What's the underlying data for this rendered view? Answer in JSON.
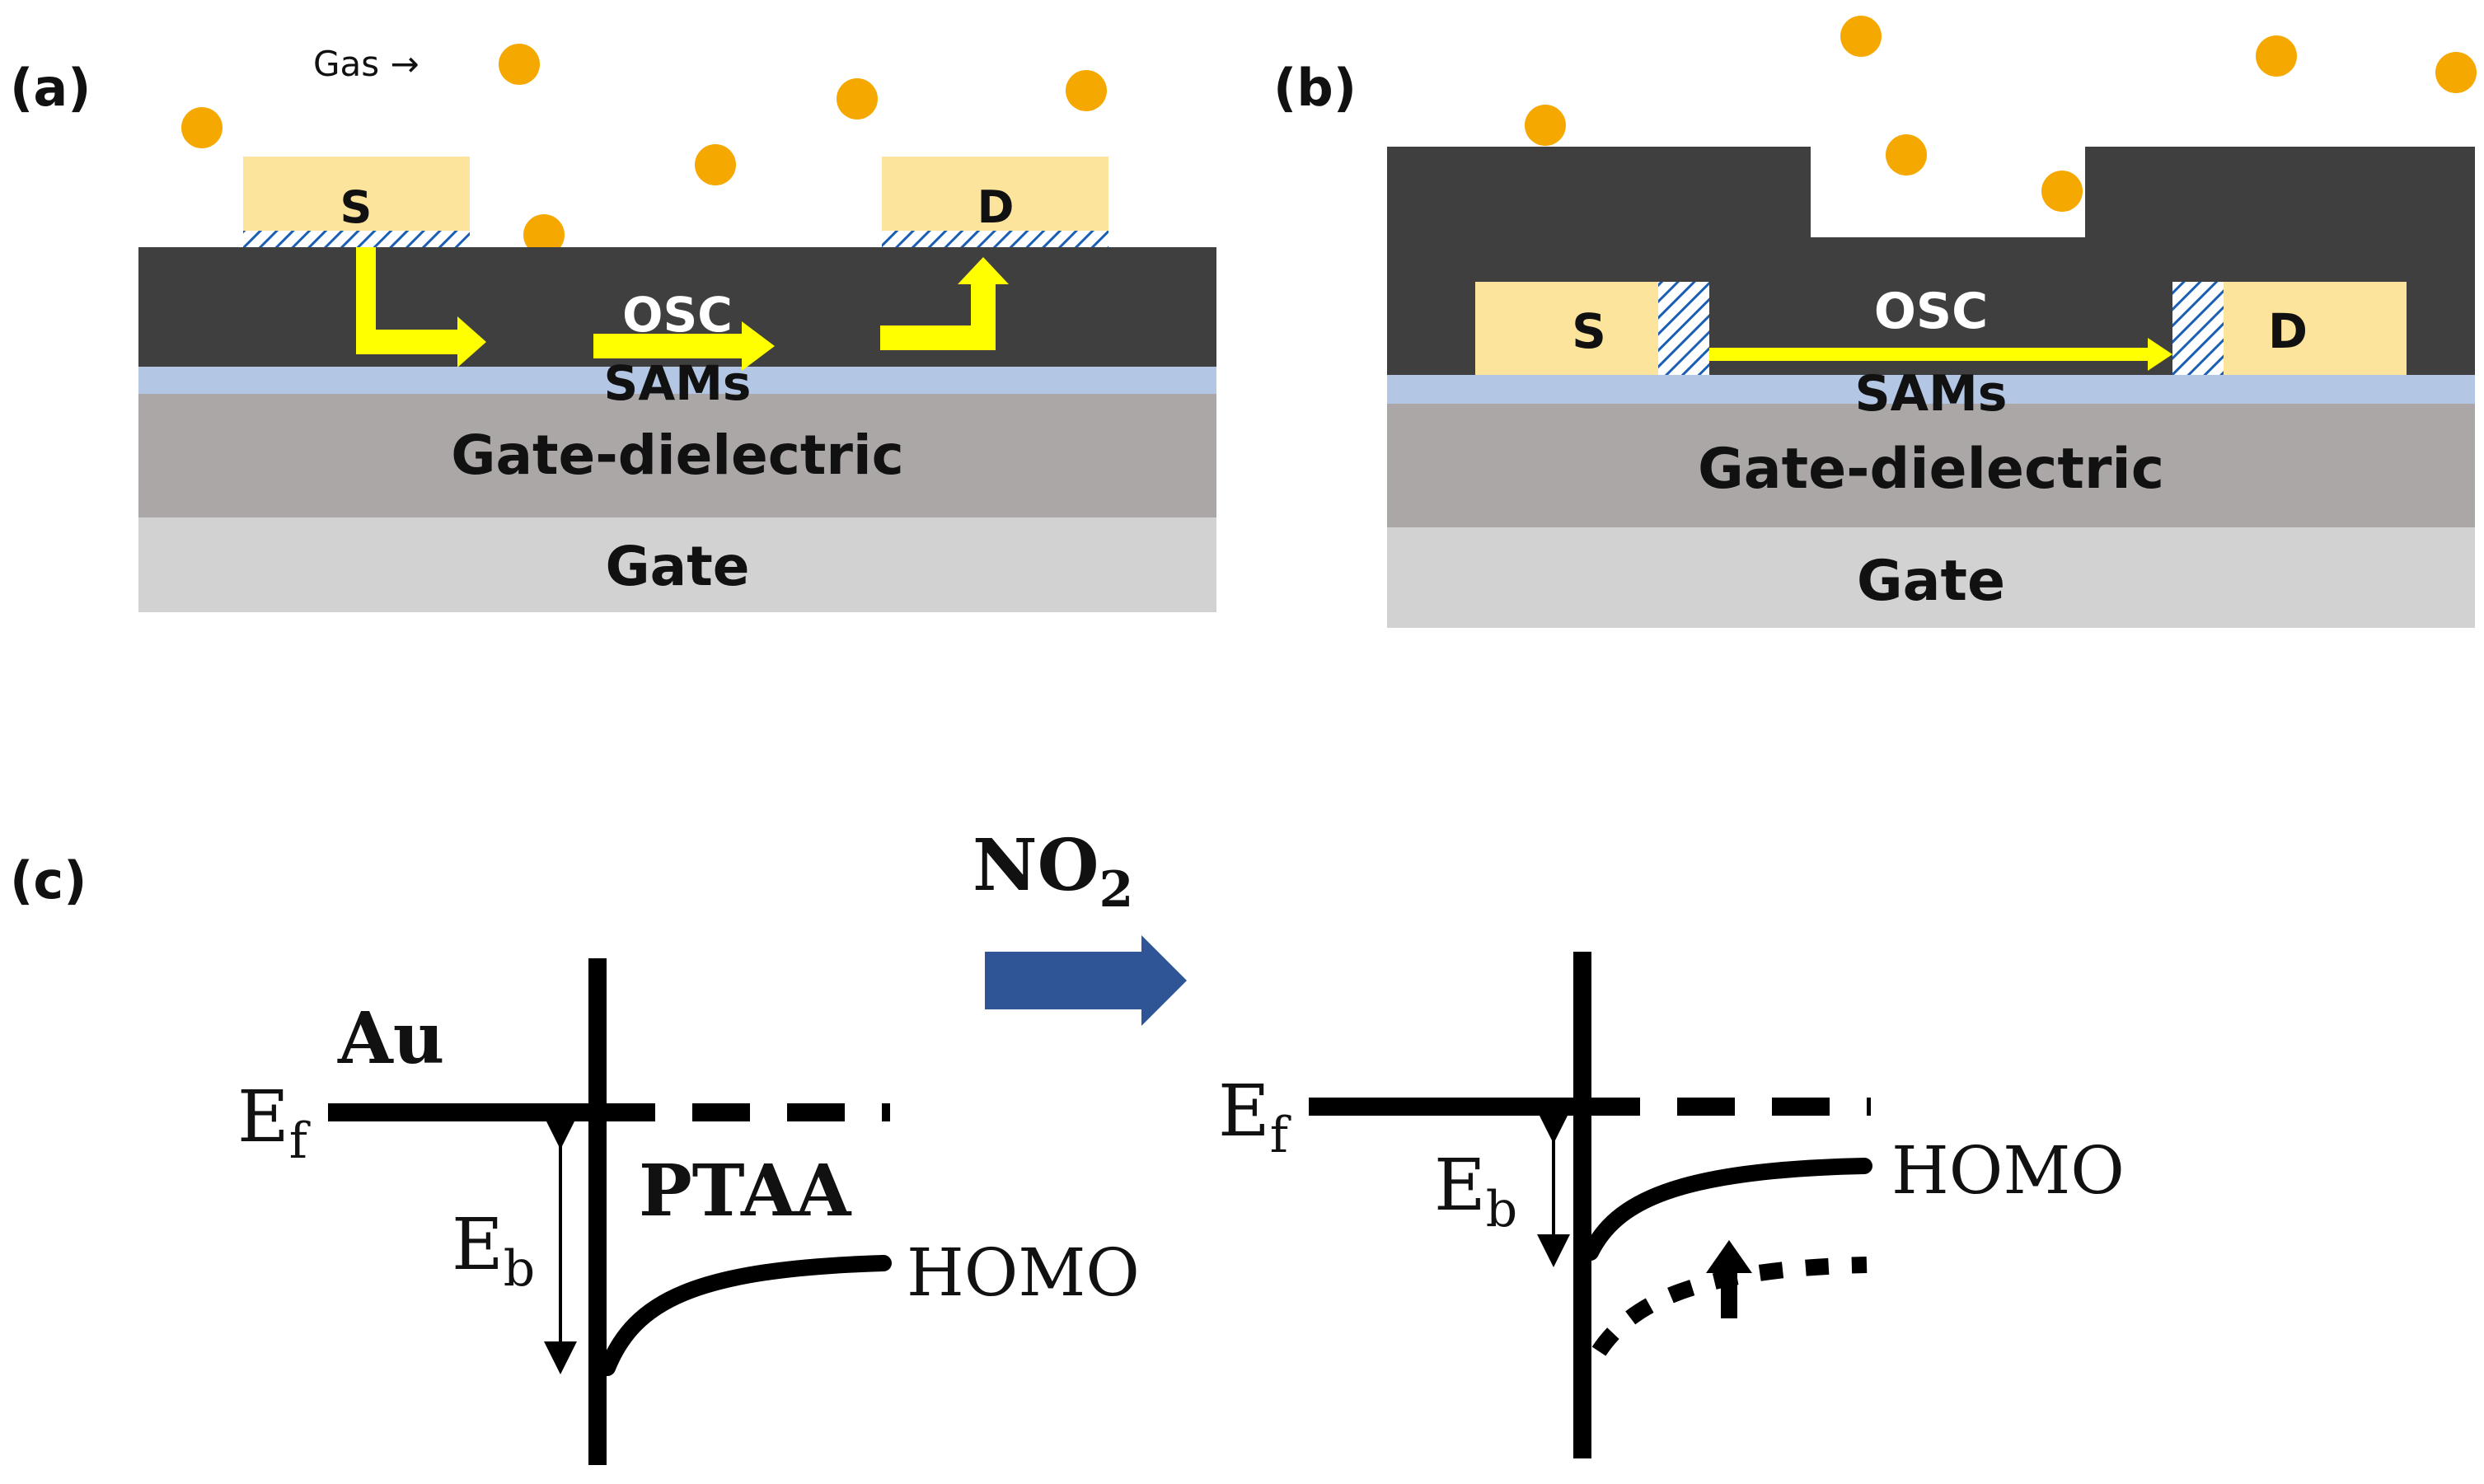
{
  "panels": {
    "a": {
      "label": "(a)",
      "gas_label": "Gas →",
      "source": "S",
      "drain": "D",
      "osc": "OSC",
      "sams": "SAMs",
      "dielectric": "Gate-dielectric",
      "gate": "Gate"
    },
    "b": {
      "label": "(b)",
      "source": "S",
      "drain": "D",
      "osc": "OSC",
      "sams": "SAMs",
      "dielectric": "Gate-dielectric",
      "gate": "Gate"
    },
    "c": {
      "label": "(c)",
      "arrow_label_main": "NO",
      "arrow_label_sub": "2",
      "left": {
        "metal": "Au",
        "ef_main": "E",
        "ef_sub": "f",
        "eb_main": "E",
        "eb_sub": "b",
        "semiconductor": "PTAA",
        "homo": "HOMO"
      },
      "right": {
        "ef_main": "E",
        "ef_sub": "f",
        "eb_main": "E",
        "eb_sub": "b",
        "homo": "HOMO"
      }
    }
  },
  "colors": {
    "gas_dot": "#f5a800",
    "electrode": "#fde49c",
    "osc": "#3f3f3f",
    "sams": "#b3c6e4",
    "dielectric": "#aba7a6",
    "gate": "#d3d2d3",
    "flow_arrow": "#ffff00",
    "no2_arrow": "#2f5597",
    "hatch": "#1a5fb4"
  }
}
